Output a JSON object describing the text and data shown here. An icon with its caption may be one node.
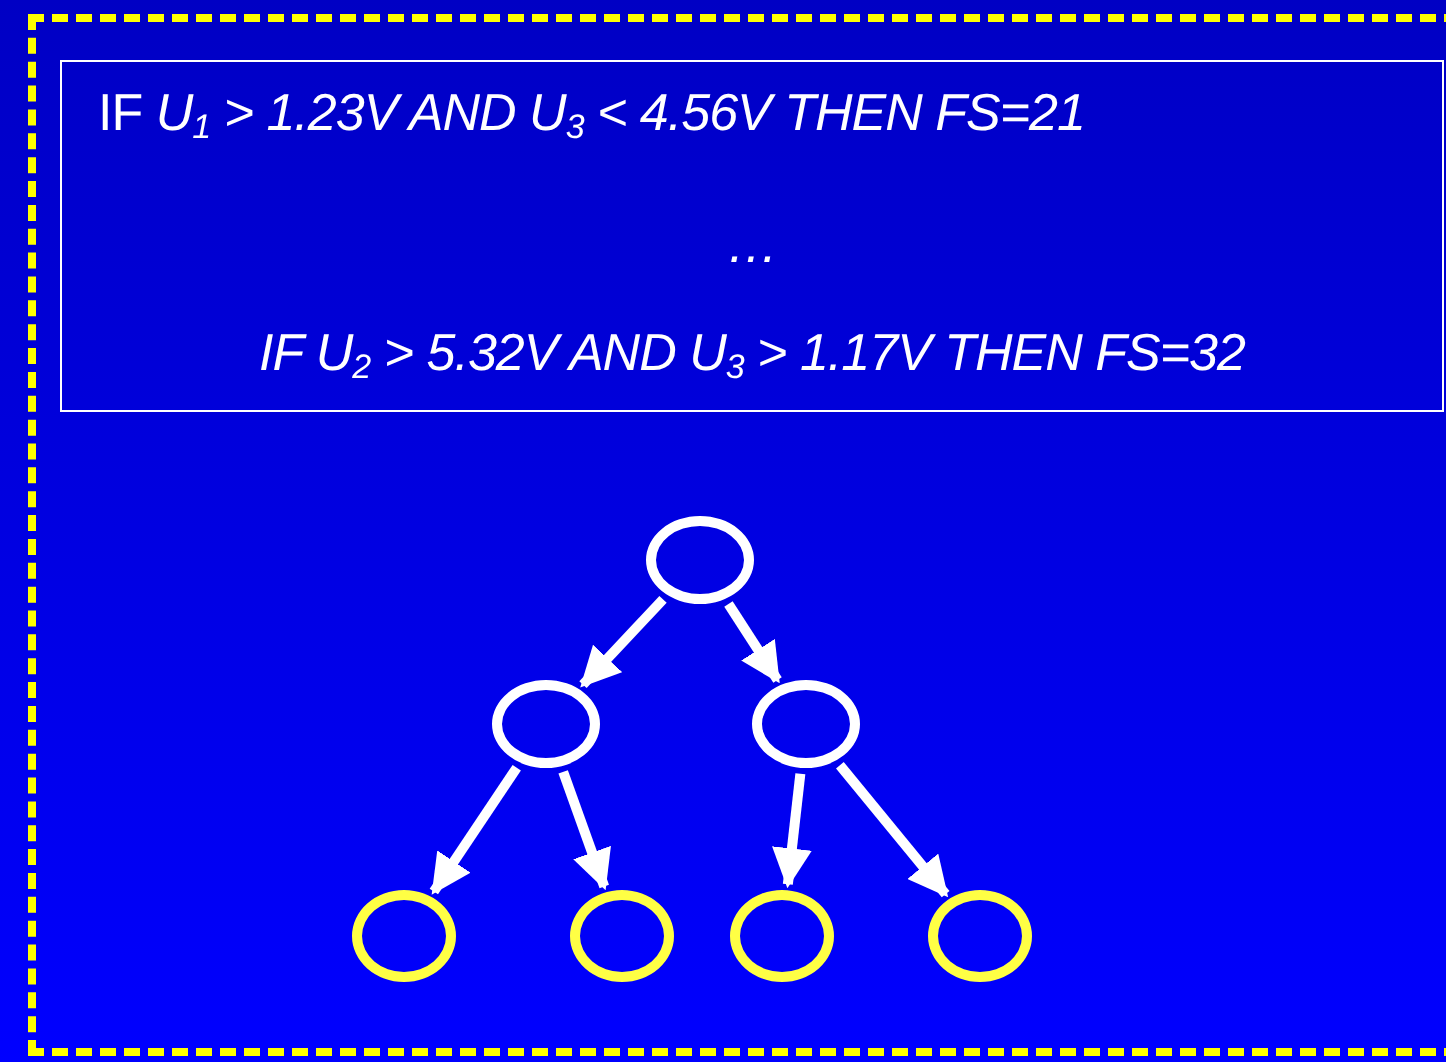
{
  "diagram": {
    "nodes": [
      {
        "text": [
          "IF *U$_{1}$ > 1.23V AND U$_{3}$ < 4.56V THEN FS=21*",
          "…",
          "IF U$_{2}$ > 5.32V AND U$_{3}$ > 1.17V THEN FS=32"
        ]
      },
      {
        "text": [],
        "shape": "circle"
      },
      {
        "text": [],
        "shape": "circle"
      },
      {
        "text": [],
        "shape": "circle"
      },
      {
        "text": [],
        "shape": "circle"
      },
      {
        "text": [],
        "shape": "circle"
      },
      {
        "text": [],
        "shape": "circle"
      },
      {
        "text": [],
        "shape": "circle"
      }
    ],
    "edges": [
      {
        "from": 1,
        "to": 2,
        "arrow": "to"
      },
      {
        "from": 1,
        "to": 3,
        "arrow": "to"
      },
      {
        "from": 2,
        "to": 4,
        "arrow": "to"
      },
      {
        "from": 2,
        "to": 5,
        "arrow": "to"
      },
      {
        "from": 3,
        "to": 6,
        "arrow": "to"
      },
      {
        "from": 3,
        "to": 7,
        "arrow": "to"
      }
    ]
  }
}
